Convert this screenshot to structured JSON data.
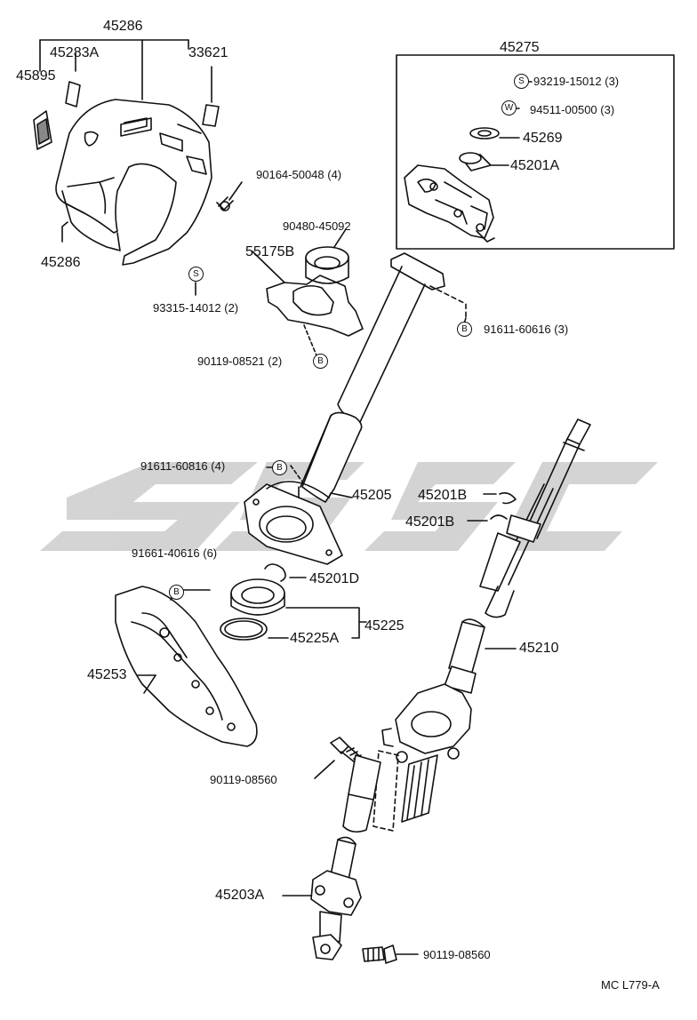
{
  "parts": {
    "p45286_top": "45286",
    "p45283A": "45283A",
    "p33621": "33621",
    "p45895": "45895",
    "p45286_bottom": "45286",
    "p90164": "90164-50048 (4)",
    "p90480": "90480-45092",
    "p55175B": "55175B",
    "p93315": "93315-14012 (2)",
    "p90119_08521": "90119-08521 (2)",
    "p45275": "45275",
    "p93219": "93219-15012 (3)",
    "p94511": "94511-00500 (3)",
    "p45269": "45269",
    "p45201A": "45201A",
    "p91611_60616": "91611-60616 (3)",
    "p91611_60816": "91611-60816 (4)",
    "p45205": "45205",
    "p45201B_1": "45201B",
    "p45201B_2": "45201B",
    "p91661": "91661-40616 (6)",
    "p45201D": "45201D",
    "p45225": "45225",
    "p45225A": "45225A",
    "p45253": "45253",
    "p45210": "45210",
    "p90119_08560_a": "90119-08560",
    "p45203A": "45203A",
    "p90119_08560_b": "90119-08560"
  },
  "symbols": {
    "s": "S",
    "w": "W",
    "b": "B"
  },
  "footer_code": "MC L779-A",
  "watermark_color": "#c8c8c8",
  "line_color": "#111111"
}
